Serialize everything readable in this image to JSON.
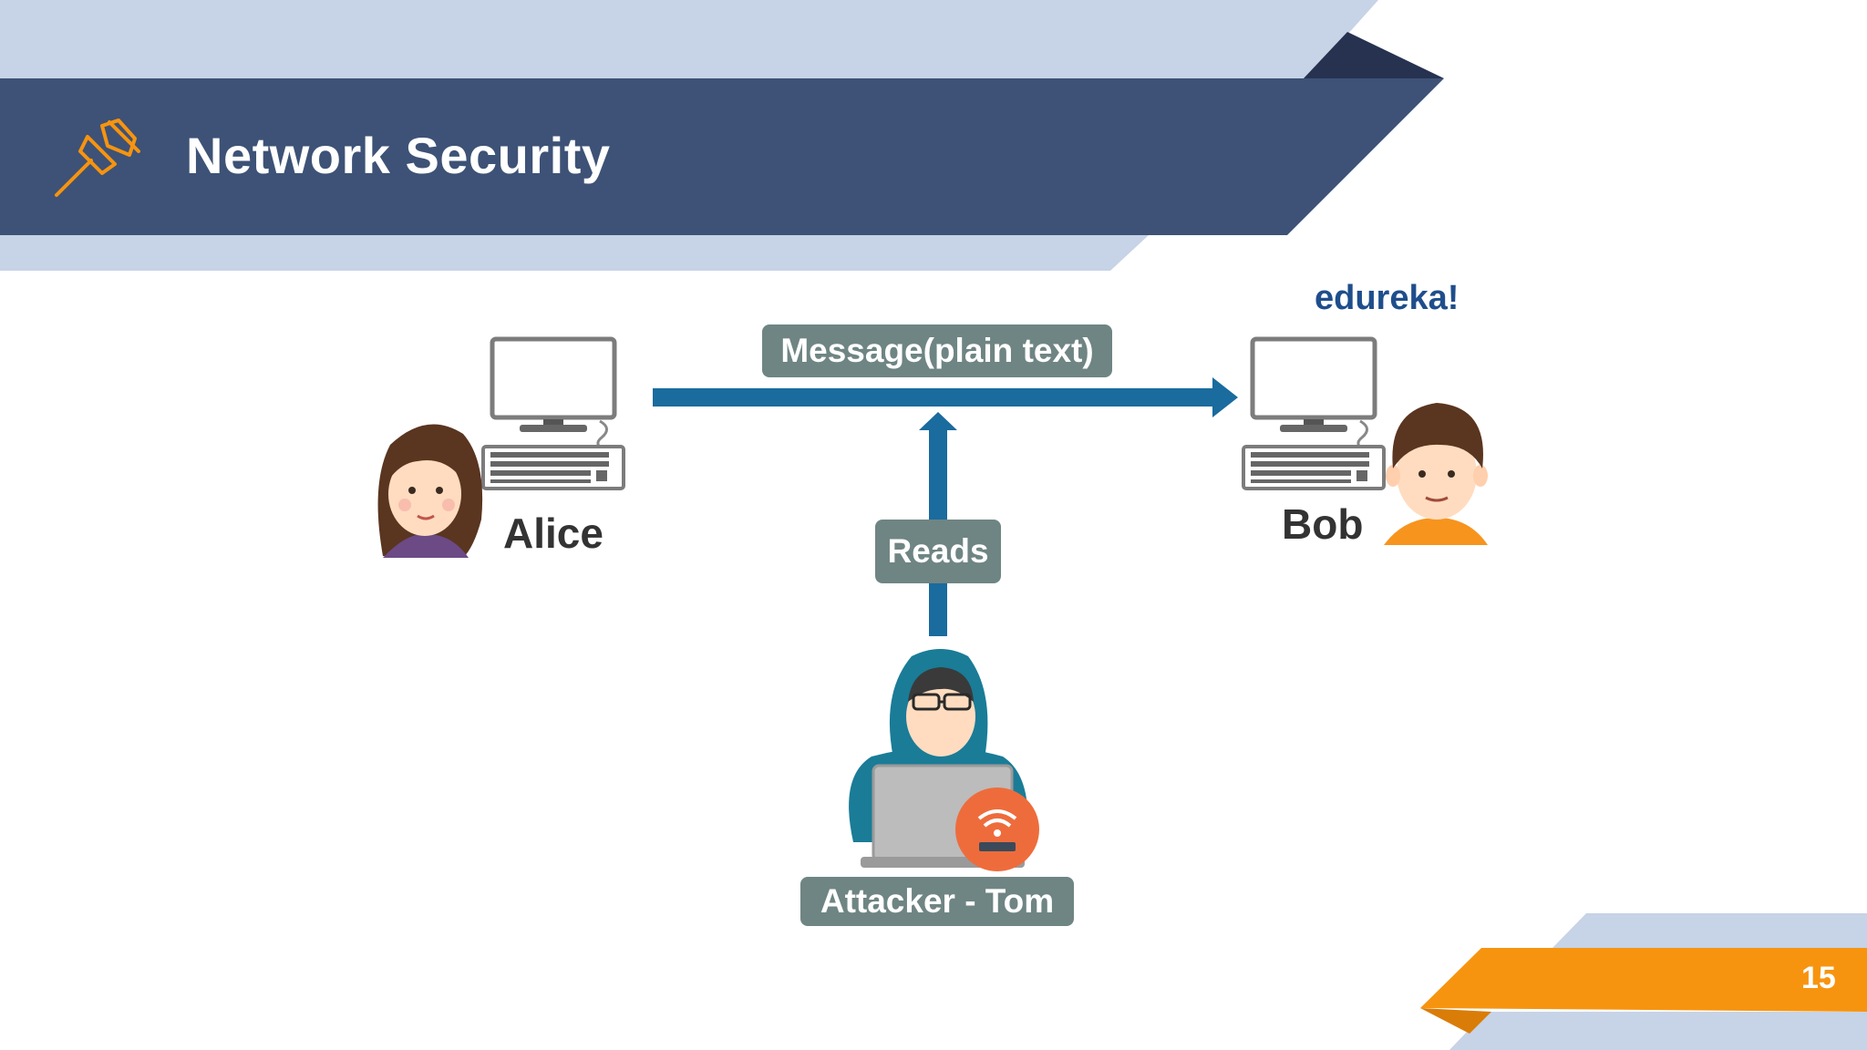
{
  "slide": {
    "title": "Network Security",
    "page_number": "15",
    "brand": "edureka!",
    "icon": "pushpin-icon"
  },
  "diagram": {
    "sender": {
      "name": "Alice"
    },
    "receiver": {
      "name": "Bob"
    },
    "attacker": {
      "label": "Attacker - Tom"
    },
    "message_label": "Message(plain text)",
    "intercept_label": "Reads"
  },
  "colors": {
    "header_navy": "#3d5276",
    "header_light": "#c7d3e6",
    "header_dark": "#263250",
    "accent_orange": "#f7940f",
    "arrow_blue": "#1a6b9e",
    "pill_gray": "#6f8583"
  }
}
